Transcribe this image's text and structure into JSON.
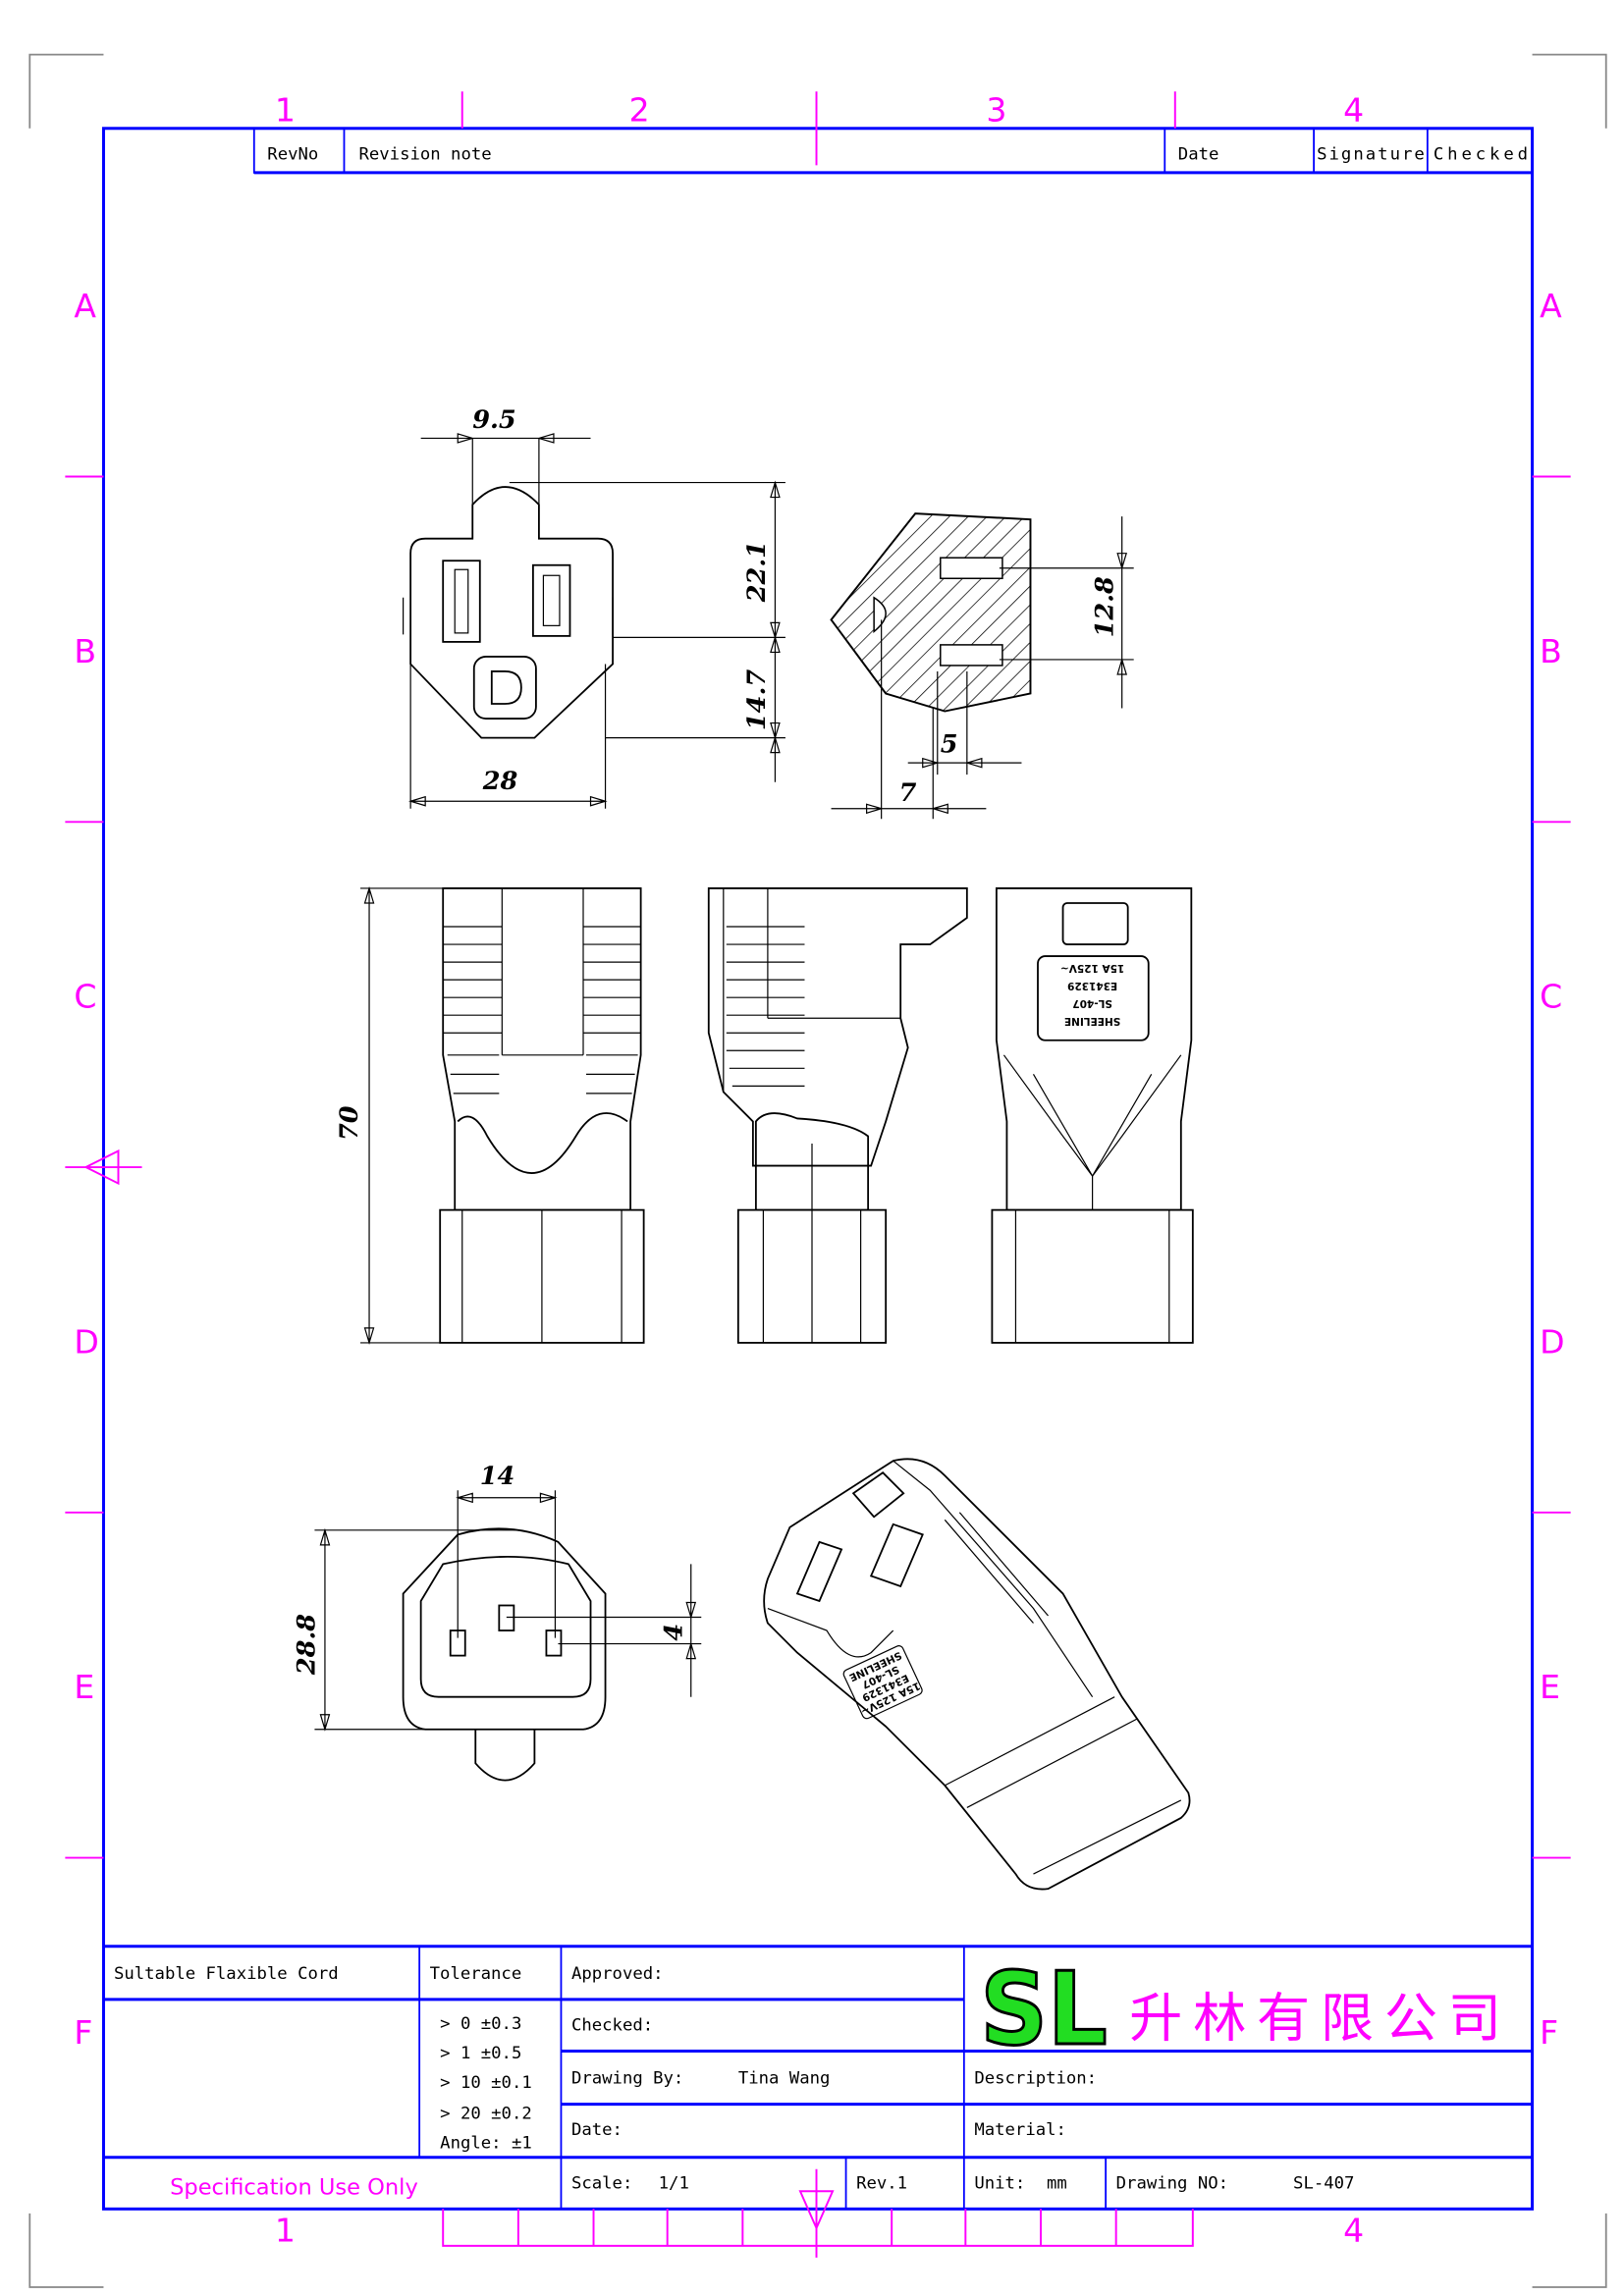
{
  "revision_table": {
    "revno": "RevNo",
    "revision_note": "Revision note",
    "date": "Date",
    "signature": "Signature",
    "checked": "Checked"
  },
  "grid": {
    "columns": [
      "1",
      "2",
      "3",
      "4"
    ],
    "rows": [
      "A",
      "B",
      "C",
      "D",
      "E",
      "F"
    ]
  },
  "dimensions": {
    "d9_5": "9.5",
    "d22_1": "22.1",
    "d14_7": "14.7",
    "d28": "28",
    "d12_8": "12.8",
    "d5": "5",
    "d7": "7",
    "d70": "70",
    "d14": "14",
    "d28_8": "28.8",
    "d4": "4"
  },
  "product_label": [
    "SHEELINE",
    "SL-407",
    "E341329",
    "15A 125V~"
  ],
  "title_block": {
    "cord": "Sultable Flaxible Cord",
    "tolerance": "Tolerance",
    "tol_lines": [
      "> 0  ±0.3",
      "> 1  ±0.5",
      "> 10  ±0.1",
      "> 20  ±0.2",
      "Angle: ±1"
    ],
    "approved": "Approved:",
    "checked": "Checked:",
    "drawing_by": "Drawing By:",
    "drawing_by_value": "Tina Wang",
    "date": "Date:",
    "description": "Description:",
    "material": "Material:",
    "spec": "Specification Use Only",
    "scale": "Scale:",
    "scale_value": "1/1",
    "rev": "Rev.1",
    "unit": "Unit:",
    "unit_value": "mm",
    "drawing_no": "Drawing NO:",
    "drawing_no_value": "SL-407",
    "logo": "SL",
    "company": "升林有限公司"
  },
  "colors": {
    "frame": "#0000ff",
    "grid": "#ff00ff",
    "logo": "#22dd22"
  }
}
